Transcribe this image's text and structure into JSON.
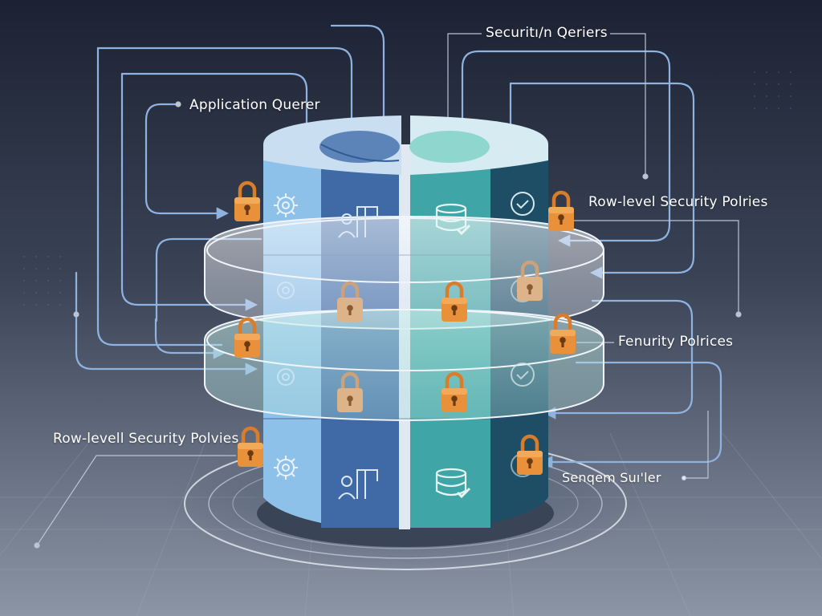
{
  "labels": {
    "security_queries": "Securitı/n Qeriers",
    "application_queries": "Application Querer",
    "row_level_policies_right": "Row-level Security Polries",
    "security_policies": "Fenurity Polrices",
    "row_level_policies_left": "Row-levell Security Polvies",
    "general_server": "Senqem Suı'ler"
  },
  "colors": {
    "background_top": "#1c2233",
    "background_bottom": "#8b95a5",
    "connector": "#8fb3e0",
    "lock": "#e8913a",
    "segment_light_blue": "#8ec1ea",
    "segment_dark_blue": "#3f6aa6",
    "segment_teal": "#3fa5a6",
    "segment_dark_teal": "#1d4e66"
  },
  "icons": [
    "gear-icon",
    "user-doorway-icon",
    "database-check-icon",
    "check-circle-icon",
    "padlock-icon"
  ]
}
